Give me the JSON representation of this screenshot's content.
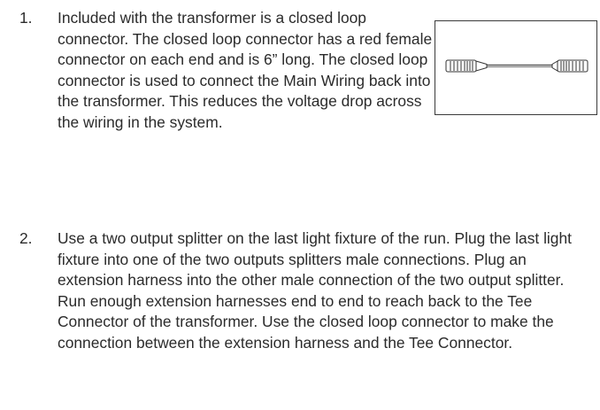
{
  "steps": [
    {
      "number": "1.",
      "text": "Included with the transformer is a closed loop connector. The closed loop connector has a red female connector on each end and is 6” long. The closed loop connector is used to connect the Main Wiring back into the transformer. This reduces the voltage drop across the wiring in the system."
    },
    {
      "number": "2.",
      "text": "Use a two output splitter on the last light fixture of the run. Plug the last light fixture into one of the two outputs splitters male connections. Plug an extension harness into the other male connection of the two output splitter. Run enough extension harnesses end to end to reach back to the Tee Connector of the transformer. Use the closed loop connector to make the connection between the extension harness and the Tee Connector."
    }
  ],
  "figure": {
    "icon": "closed-loop-connector-icon"
  }
}
